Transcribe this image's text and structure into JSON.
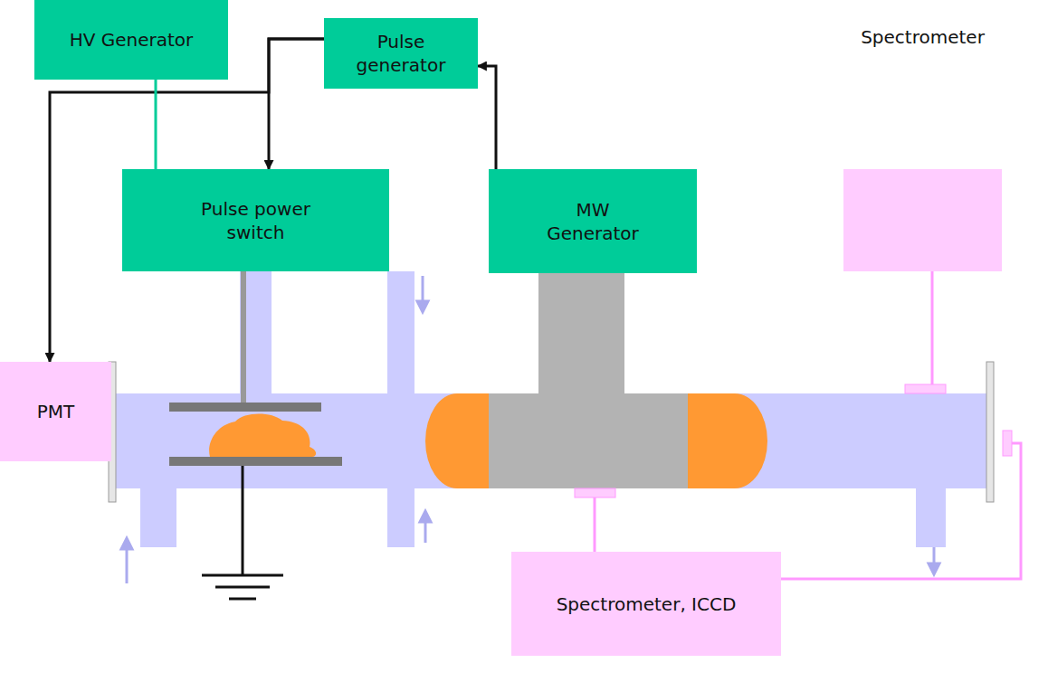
{
  "diagram": {
    "nodes": [
      {
        "text": [
          "HV Generator"
        ]
      },
      {
        "text": [
          "Pulse generator"
        ]
      },
      {
        "text": [
          "Spectrometer"
        ]
      },
      {
        "text": [
          "Pulse power switch"
        ]
      },
      {
        "text": [
          "MW Generator"
        ]
      },
      {
        "text": [
          "PMT"
        ]
      },
      {
        "text": [
          "Spectrometer, ICCD"
        ]
      }
    ],
    "edges": [
      {
        "from": 1,
        "to": 5,
        "arrow": "to"
      },
      {
        "from": 1,
        "to": 3,
        "arrow": "to"
      },
      {
        "from": 4,
        "to": 1,
        "arrow": "to"
      },
      {
        "from": 0,
        "to": 3,
        "arrow": "none"
      }
    ]
  }
}
